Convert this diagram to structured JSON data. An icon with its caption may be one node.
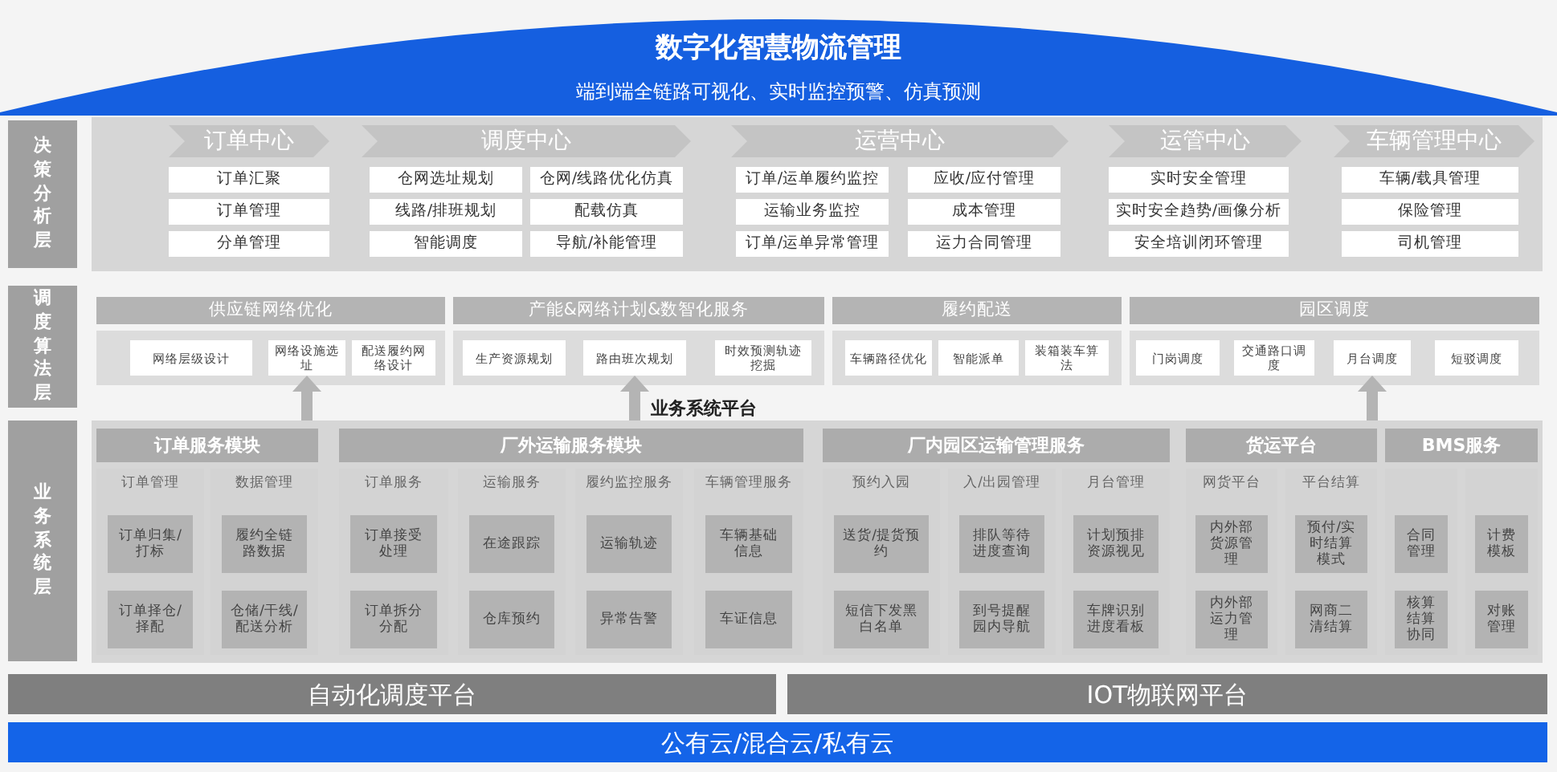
{
  "diagram": {
    "nodes": [
      {
        "text": [
          "数字化智慧物流管理",
          "端到端全链路可视化、实时监控预警、仿真预测"
        ]
      },
      {
        "text": [
          "决策分析层"
        ]
      },
      {
        "text": [],
        "shape": "box"
      },
      {
        "text": [
          "订单中心"
        ],
        "in": 2
      },
      {
        "text": [
          "订单汇聚"
        ],
        "in": 2
      },
      {
        "text": [
          "订单管理"
        ],
        "in": 2
      },
      {
        "text": [
          "分单管理"
        ],
        "in": 2
      },
      {
        "text": [
          "调度中心"
        ],
        "in": 2
      },
      {
        "text": [
          "仓网选址规划"
        ],
        "in": 2
      },
      {
        "text": [
          "仓网/线路优化仿真"
        ],
        "in": 2
      },
      {
        "text": [
          "线路/排班规划"
        ],
        "in": 2
      },
      {
        "text": [
          "配载仿真"
        ],
        "in": 2
      },
      {
        "text": [
          "智能调度"
        ],
        "in": 2
      },
      {
        "text": [
          "导航/补能管理"
        ],
        "in": 2
      },
      {
        "text": [
          "运营中心"
        ],
        "in": 2
      },
      {
        "text": [
          "订单/运单履约监控"
        ],
        "in": 2
      },
      {
        "text": [
          "应收/应付管理"
        ],
        "in": 2
      },
      {
        "text": [
          "运输业务监控"
        ],
        "in": 2
      },
      {
        "text": [
          "成本管理"
        ],
        "in": 2
      },
      {
        "text": [
          "订单/运单异常管理"
        ],
        "in": 2
      },
      {
        "text": [
          "运力合同管理"
        ],
        "in": 2
      },
      {
        "text": [
          "运管中心"
        ],
        "in": 2
      },
      {
        "text": [
          "实时安全管理"
        ],
        "in": 2
      },
      {
        "text": [
          "实时安全趋势/画像分析"
        ],
        "in": 2
      },
      {
        "text": [
          "安全培训闭环管理"
        ],
        "in": 2
      },
      {
        "text": [
          "车辆管理中心"
        ],
        "in": 2
      },
      {
        "text": [
          "车辆/载具管理"
        ],
        "in": 2
      },
      {
        "text": [
          "保险管理"
        ],
        "in": 2
      },
      {
        "text": [
          "司机管理"
        ],
        "in": 2
      },
      {
        "text": [
          "调度算法层"
        ]
      },
      {
        "text": [
          "供应链网络优化"
        ]
      },
      {
        "text": [],
        "shape": "box"
      },
      {
        "text": [
          "网络层级设计"
        ],
        "in": 31
      },
      {
        "text": [
          "网络设施选址"
        ],
        "in": 31
      },
      {
        "text": [
          "配送履约网络设计"
        ],
        "in": 31
      },
      {
        "text": [
          "产能&网络计划&数智化服务"
        ]
      },
      {
        "text": [],
        "shape": "box"
      },
      {
        "text": [
          "生产资源规划"
        ],
        "in": 36
      },
      {
        "text": [
          "路由班次规划"
        ],
        "in": 36
      },
      {
        "text": [
          "时效预测轨迹挖掘"
        ],
        "in": 36
      },
      {
        "text": [
          "履约配送"
        ]
      },
      {
        "text": [],
        "shape": "box"
      },
      {
        "text": [
          "车辆路径优化"
        ],
        "in": 41
      },
      {
        "text": [
          "智能派单"
        ],
        "in": 41
      },
      {
        "text": [
          "装箱装车算法"
        ],
        "in": 41
      },
      {
        "text": [
          "园区调度"
        ]
      },
      {
        "text": [],
        "shape": "box"
      },
      {
        "text": [
          "门岗调度"
        ],
        "in": 46
      },
      {
        "text": [
          "交通路口调度"
        ],
        "in": 46
      },
      {
        "text": [
          "月台调度"
        ],
        "in": 46
      },
      {
        "text": [
          "短驳调度"
        ],
        "in": 46
      },
      {
        "text": [
          "业务系统平台"
        ]
      },
      {
        "text": [
          "业务系统层"
        ]
      },
      {
        "text": [],
        "shape": "box"
      },
      {
        "text": [
          "订单服务模块"
        ],
        "in": 53
      },
      {
        "text": [
          "订单管理"
        ],
        "in": 53
      },
      {
        "text": [
          "订单归集/打标"
        ],
        "in": 55
      },
      {
        "text": [
          "订单择仓/择配"
        ],
        "in": 55
      },
      {
        "text": [
          "数据管理"
        ],
        "in": 53
      },
      {
        "text": [
          "履约全链路数据"
        ],
        "in": 58
      },
      {
        "text": [
          "仓储/干线/配送分析"
        ],
        "in": 58
      },
      {
        "text": [
          "厂外运输服务模块"
        ],
        "in": 53
      },
      {
        "text": [
          "订单服务"
        ],
        "in": 53
      },
      {
        "text": [
          "订单接受处理"
        ],
        "in": 62
      },
      {
        "text": [
          "订单拆分分配"
        ],
        "in": 62
      },
      {
        "text": [
          "运输服务"
        ],
        "in": 53
      },
      {
        "text": [
          "在途跟踪"
        ],
        "in": 65
      },
      {
        "text": [
          "仓库预约"
        ],
        "in": 65
      },
      {
        "text": [
          "履约监控服务"
        ],
        "in": 53
      },
      {
        "text": [
          "运输轨迹"
        ],
        "in": 68
      },
      {
        "text": [
          "异常告警"
        ],
        "in": 68
      },
      {
        "text": [
          "车辆管理服务"
        ],
        "in": 53
      },
      {
        "text": [
          "车辆基础信息"
        ],
        "in": 71
      },
      {
        "text": [
          "车证信息"
        ],
        "in": 71
      },
      {
        "text": [
          "厂内园区运输管理服务"
        ],
        "in": 53
      },
      {
        "text": [
          "预约入园"
        ],
        "in": 53
      },
      {
        "text": [
          "送货/提货预约"
        ],
        "in": 75
      },
      {
        "text": [
          "短信下发黑白名单"
        ],
        "in": 75
      },
      {
        "text": [
          "入/出园管理"
        ],
        "in": 53
      },
      {
        "text": [
          "排队等待进度查询"
        ],
        "in": 78
      },
      {
        "text": [
          "到号提醒园内导航"
        ],
        "in": 78
      },
      {
        "text": [
          "月台管理"
        ],
        "in": 53
      },
      {
        "text": [
          "计划预排资源视见"
        ],
        "in": 81
      },
      {
        "text": [
          "车牌识别进度看板"
        ],
        "in": 81
      },
      {
        "text": [
          "货运平台"
        ],
        "in": 53
      },
      {
        "text": [
          "网货平台"
        ],
        "in": 53
      },
      {
        "text": [
          "内外部货源管理"
        ],
        "in": 85
      },
      {
        "text": [
          "内外部运力管理"
        ],
        "in": 85
      },
      {
        "text": [
          "平台结算"
        ],
        "in": 53
      },
      {
        "text": [
          "预付/实时结算模式"
        ],
        "in": 88
      },
      {
        "text": [
          "网商二清结算"
        ],
        "in": 88
      },
      {
        "text": [
          "BMS服务"
        ],
        "in": 53
      },
      {
        "text": [],
        "shape": "box",
        "in": 53
      },
      {
        "text": [
          "合同管理"
        ],
        "in": 92
      },
      {
        "text": [
          "核算结算协同"
        ],
        "in": 92
      },
      {
        "text": [],
        "shape": "box",
        "in": 53
      },
      {
        "text": [
          "计费模板"
        ],
        "in": 95
      },
      {
        "text": [
          "对账管理"
        ],
        "in": 95
      },
      {
        "text": [
          "自动化调度平台"
        ]
      },
      {
        "text": [
          "IOT物联网平台"
        ]
      },
      {
        "text": [
          "公有云/混合云/私有云"
        ]
      }
    ],
    "edges": [
      {
        "from": 53,
        "to": 33,
        "arrow": "to"
      },
      {
        "from": 53,
        "to": 38,
        "arrow": "to"
      },
      {
        "from": 53,
        "to": 49,
        "arrow": "to"
      }
    ]
  }
}
